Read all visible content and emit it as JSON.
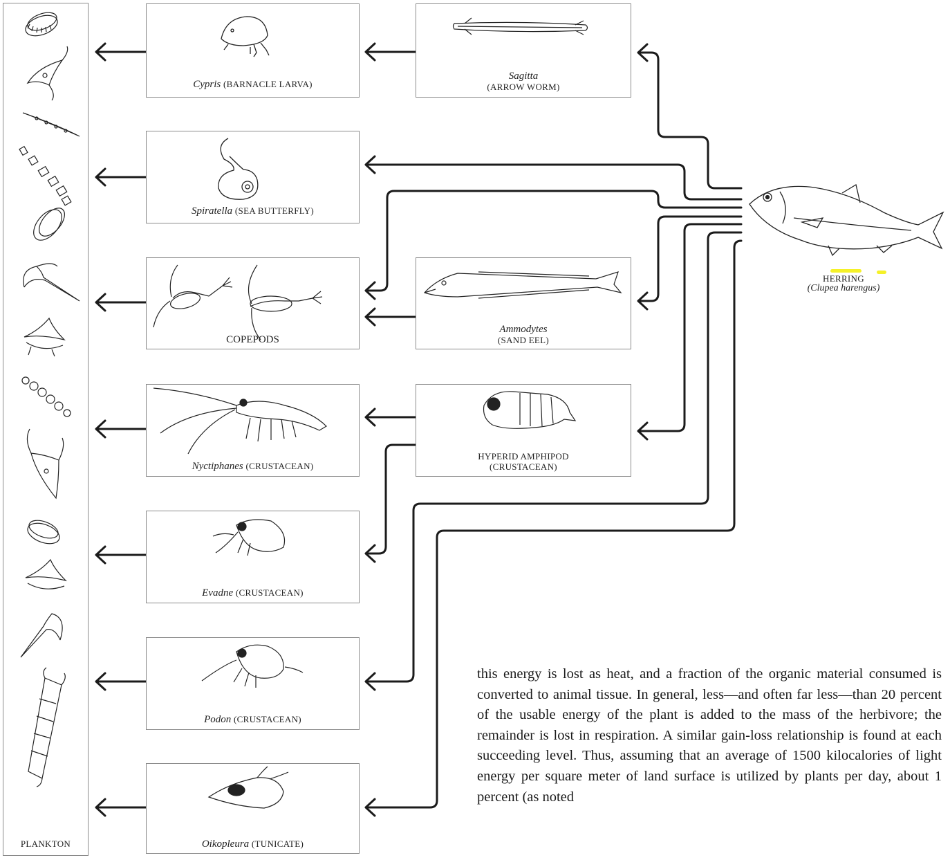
{
  "plankton": {
    "label": "PLANKTON"
  },
  "boxes": {
    "cypris": {
      "sci": "Cypris",
      "common": "(BARNACLE LARVA)"
    },
    "sagitta": {
      "sci": "Sagitta",
      "common": "(ARROW WORM)"
    },
    "spiratella": {
      "sci": "Spiratella",
      "common": "(SEA BUTTERFLY)"
    },
    "copepods": {
      "common": "COPEPODS"
    },
    "ammodytes": {
      "sci": "Ammodytes",
      "common": "(SAND EEL)"
    },
    "nyctiphanes": {
      "sci": "Nyctiphanes",
      "common": "(CRUSTACEAN)"
    },
    "hyperid": {
      "line1": "HYPERID AMPHIPOD",
      "line2": "(CRUSTACEAN)"
    },
    "evadne": {
      "sci": "Evadne",
      "common": "(CRUSTACEAN)"
    },
    "podon": {
      "sci": "Podon",
      "common": "(CRUSTACEAN)"
    },
    "oikopleura": {
      "sci": "Oikopleura",
      "common": "(TUNICATE)"
    }
  },
  "herring": {
    "name": "HERRING",
    "sci": "(Clupea harengus)"
  },
  "highlight_color": "#f4f01c",
  "body_text": "this energy is lost as heat, and a fraction of the organic material consumed is converted to animal tissue. In general, less—and often far less—than 20 percent of the usable energy of the plant is added to the mass of the herbivore; the remainder is lost in respiration. A similar gain-loss relationship is found at each succeeding level. Thus, assuming that an average of 1500 kilocalories of light energy per square meter of land surface is utilized by plants per day, about 1 percent (as noted"
}
